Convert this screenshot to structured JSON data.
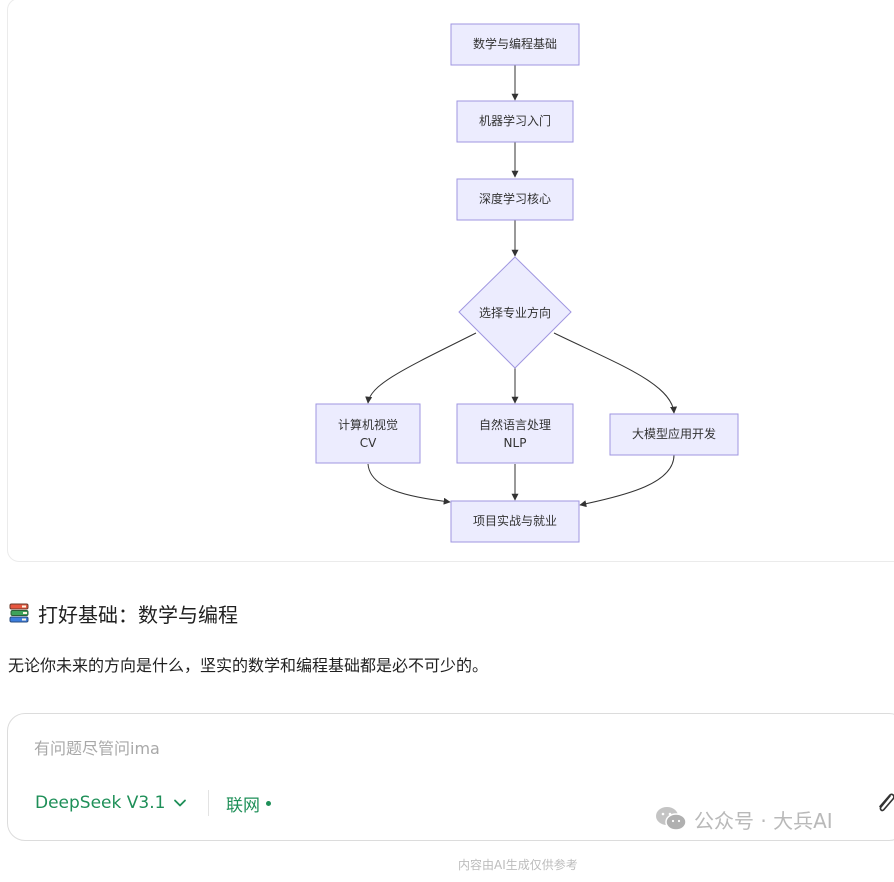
{
  "flowchart": {
    "nodes": {
      "math": "数学与编程基础",
      "ml": "机器学习入门",
      "dl": "深度学习核心",
      "choice": "选择专业方向",
      "cv": [
        "计算机视觉",
        "CV"
      ],
      "nlp": [
        "自然语言处理",
        "NLP"
      ],
      "llm": "大模型应用开发",
      "job": "项目实战与就业"
    }
  },
  "section": {
    "heading": "打好基础：数学与编程",
    "icon": "books-icon",
    "paragraph": "无论你未来的方向是什么，坚实的数学和编程基础都是必不可少的。"
  },
  "chat": {
    "placeholder": "有问题尽管问ima",
    "model_label": "DeepSeek V3.1",
    "web_label": "联网",
    "accent_color": "#1e8f58"
  },
  "footer": {
    "disclaimer": "内容由AI生成仅供参考",
    "watermark": "公众号 · 大兵AI"
  }
}
